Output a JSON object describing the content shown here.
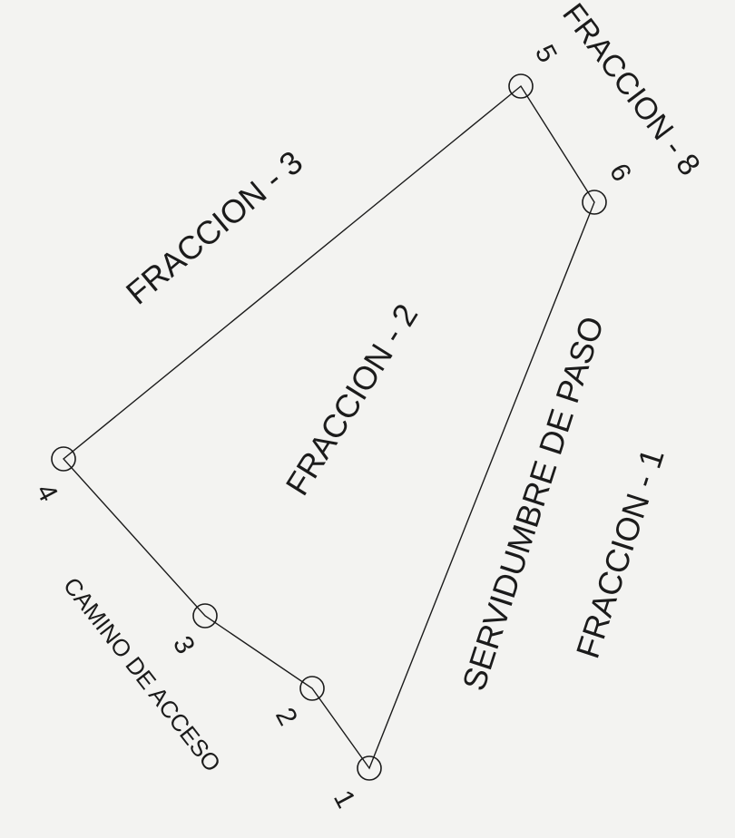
{
  "plot": {
    "labels": {
      "fraccion_3": "FRACCION - 3",
      "fraccion_2": "FRACCION - 2",
      "fraccion_8": "FRACCION - 8",
      "fraccion_1": "FRACCION - 1",
      "servidumbre": "SERVIDUMBRE DE PASO",
      "camino": "CAMINO DE ACCESO"
    },
    "vertices": [
      {
        "id": "1"
      },
      {
        "id": "2"
      },
      {
        "id": "3"
      },
      {
        "id": "4"
      },
      {
        "id": "5"
      },
      {
        "id": "6"
      }
    ]
  },
  "colors": {
    "background": "#f3f3f1",
    "ink": "#1b1b1b"
  }
}
